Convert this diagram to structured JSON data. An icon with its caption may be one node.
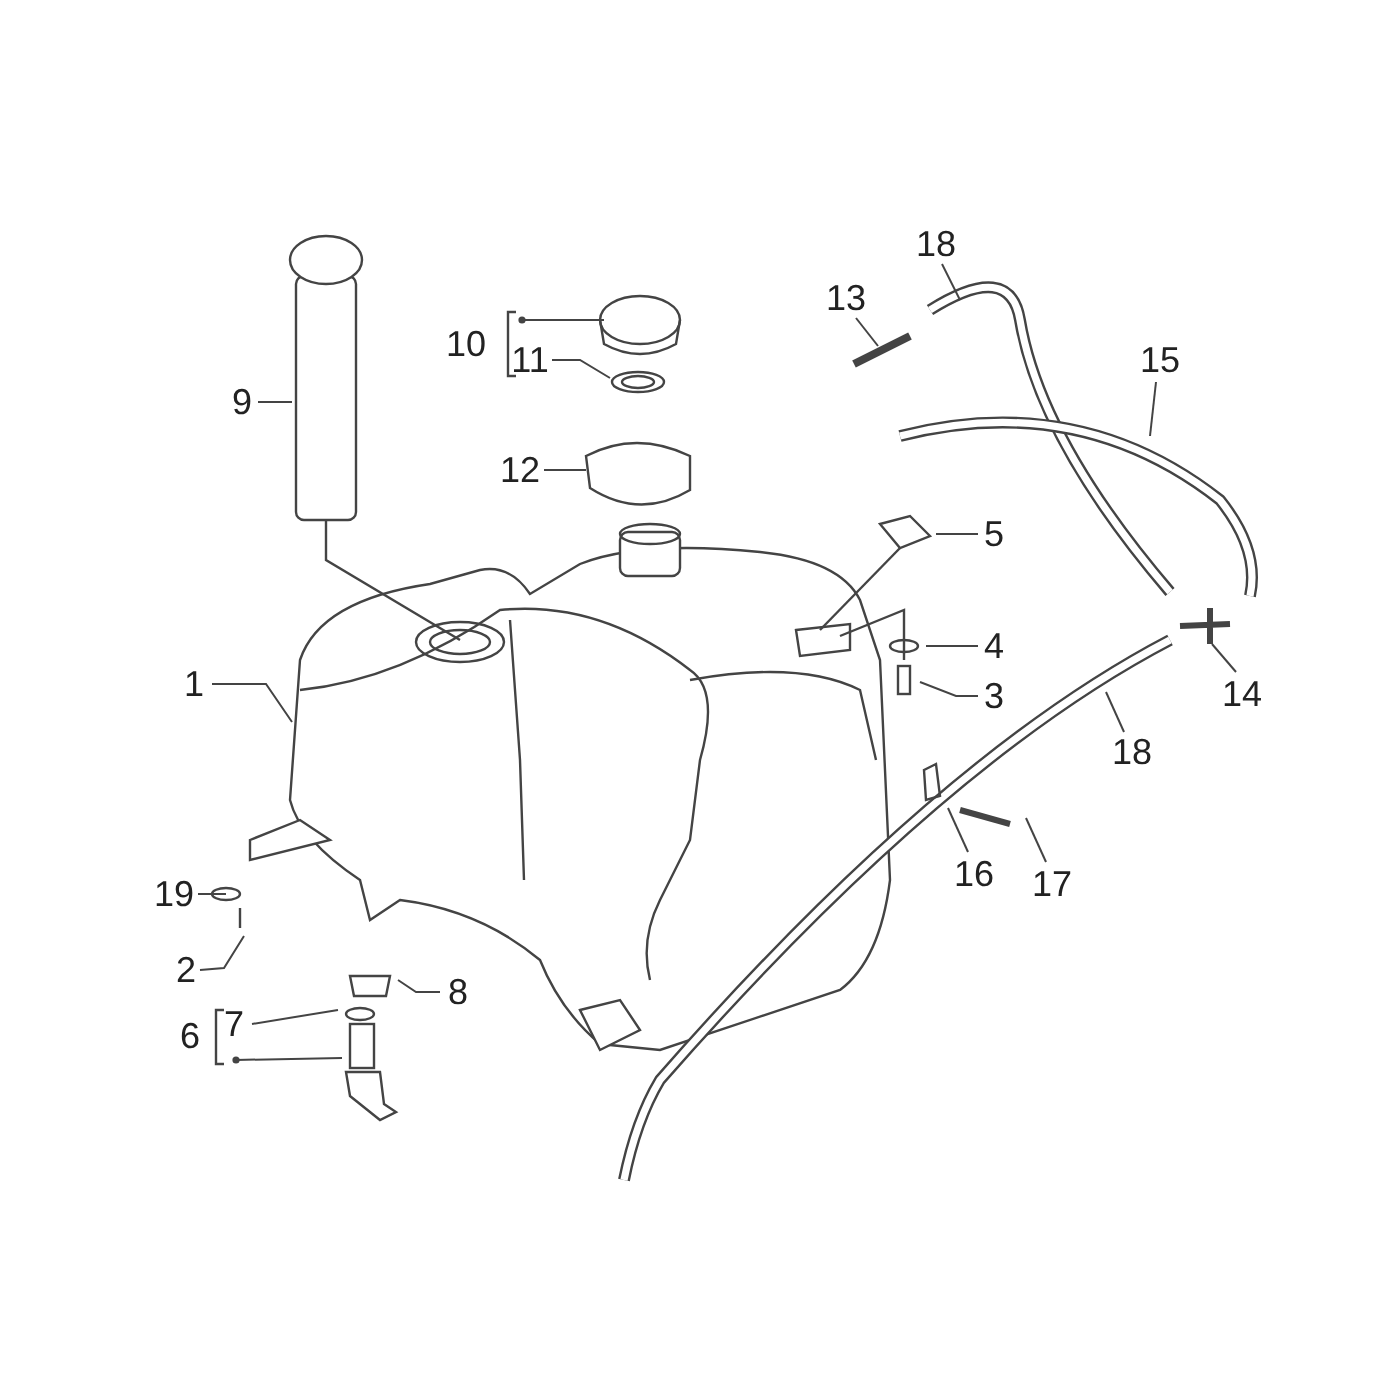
{
  "diagram": {
    "nodes": [
      {
        "text": [
          "18"
        ]
      },
      {
        "text": [
          "13"
        ]
      },
      {
        "text": [
          "10"
        ]
      },
      {
        "text": [
          "11"
        ]
      },
      {
        "text": [
          "15"
        ]
      },
      {
        "text": [
          "9"
        ]
      },
      {
        "text": [
          "12"
        ]
      },
      {
        "text": [
          "5"
        ]
      },
      {
        "text": [
          "4"
        ]
      },
      {
        "text": [
          "1"
        ]
      },
      {
        "text": [
          "3"
        ]
      },
      {
        "text": [
          "14"
        ]
      },
      {
        "text": [
          "18"
        ]
      },
      {
        "text": [
          "19"
        ]
      },
      {
        "text": [
          "16"
        ]
      },
      {
        "text": [
          "17"
        ]
      },
      {
        "text": [
          "2"
        ]
      },
      {
        "text": [
          "8"
        ]
      },
      {
        "text": [
          "7"
        ]
      },
      {
        "text": [
          "6"
        ]
      }
    ],
    "edges": [
      {
        "from": 0,
        "to": null,
        "arrow": "none"
      },
      {
        "from": 1,
        "to": null,
        "arrow": "none"
      },
      {
        "from": 2,
        "to": null,
        "arrow": "other"
      },
      {
        "from": 3,
        "to": null,
        "arrow": "none"
      },
      {
        "from": 4,
        "to": null,
        "arrow": "none"
      },
      {
        "from": 5,
        "to": null,
        "arrow": "none"
      },
      {
        "from": 6,
        "to": null,
        "arrow": "none"
      },
      {
        "from": 7,
        "to": null,
        "arrow": "none"
      },
      {
        "from": 8,
        "to": null,
        "arrow": "none"
      },
      {
        "from": 9,
        "to": null,
        "arrow": "none"
      },
      {
        "from": 10,
        "to": null,
        "arrow": "none"
      },
      {
        "from": 11,
        "to": null,
        "arrow": "none"
      },
      {
        "from": 12,
        "to": null,
        "arrow": "none"
      },
      {
        "from": 13,
        "to": null,
        "arrow": "none"
      },
      {
        "from": 14,
        "to": null,
        "arrow": "none"
      },
      {
        "from": 15,
        "to": null,
        "arrow": "none"
      },
      {
        "from": 16,
        "to": null,
        "arrow": "none"
      },
      {
        "from": 17,
        "to": null,
        "arrow": "none"
      },
      {
        "from": 18,
        "to": null,
        "arrow": "none"
      },
      {
        "from": 19,
        "to": null,
        "arrow": "other"
      }
    ]
  }
}
